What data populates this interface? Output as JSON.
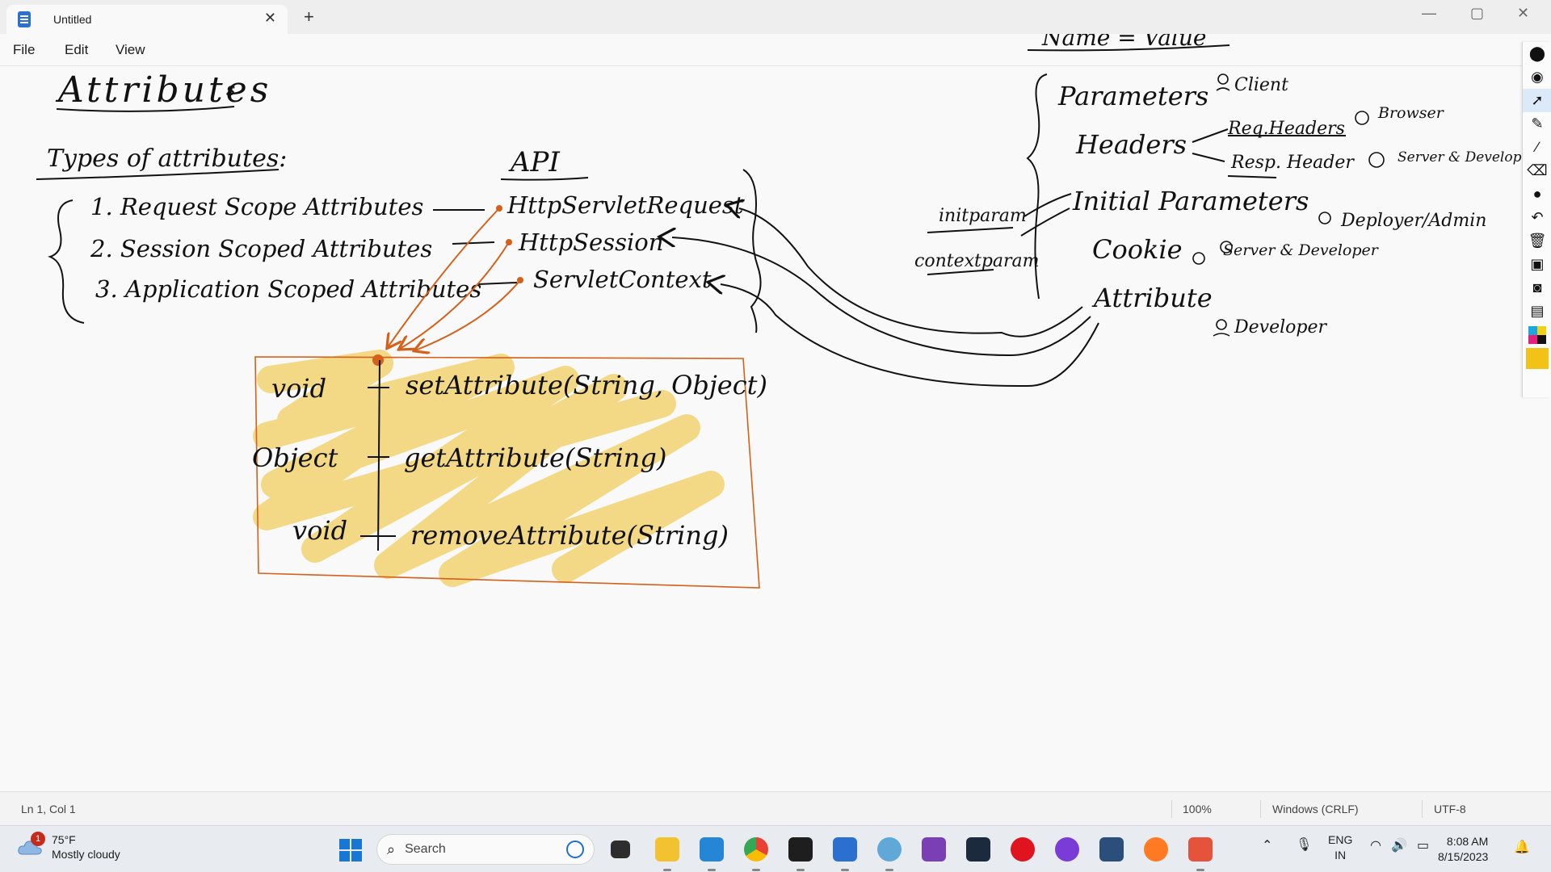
{
  "window": {
    "tab_title": "Untitled",
    "new_tab": "+",
    "close_tab": "✕",
    "minimize": "—",
    "maximize": "▢",
    "close": "✕"
  },
  "menu": {
    "file": "File",
    "edit": "Edit",
    "view": "View"
  },
  "notes": {
    "heading": "Attributes",
    "heading_suffix": "s",
    "types_heading": "Types of attributes:",
    "types": [
      "1.  Request Scope Attributes",
      "2.  Session Scoped Attributes",
      "3.  Application Scoped Attributes"
    ],
    "api_heading": "API",
    "apis": [
      "HttpServletRequest",
      "HttpSession",
      "ServletContext"
    ],
    "methods": [
      {
        "ret": "void",
        "sig": "setAttribute(String, Object)"
      },
      {
        "ret": "Object",
        "sig": "getAttribute(String)"
      },
      {
        "ret": "void",
        "sig": "removeAttribute(String)"
      }
    ],
    "name_value": "Name = Value",
    "categories": [
      {
        "label": "Parameters",
        "owner": "Client"
      },
      {
        "label": "Headers",
        "owner": ""
      },
      {
        "label": "Initial Parameters",
        "owner": "Deployer/Admin"
      },
      {
        "label": "Cookie",
        "owner": "Server & Developer"
      },
      {
        "label": "Attribute",
        "owner": "Developer"
      }
    ],
    "headers_sub": [
      {
        "label": "Req.Headers",
        "owner": "Browser"
      },
      {
        "label": "Resp. Header",
        "owner": "Server & Developer"
      }
    ],
    "init_types": [
      "initparam",
      "contextparam"
    ]
  },
  "status": {
    "position": "Ln 1, Col 1",
    "zoom": "100%",
    "line_ending": "Windows (CRLF)",
    "encoding": "UTF-8"
  },
  "taskbar": {
    "weather_badge": "1",
    "temperature": "75°F",
    "condition": "Mostly cloudy",
    "search_placeholder": "Search",
    "lang_top": "ENG",
    "lang_bottom": "IN",
    "time": "8:08 AM",
    "date": "8/15/2023"
  },
  "colors": {
    "ink": "#111111",
    "orange_ink": "#d4601a",
    "highlighter": "#f3d77c",
    "accent": "#1877d4"
  }
}
